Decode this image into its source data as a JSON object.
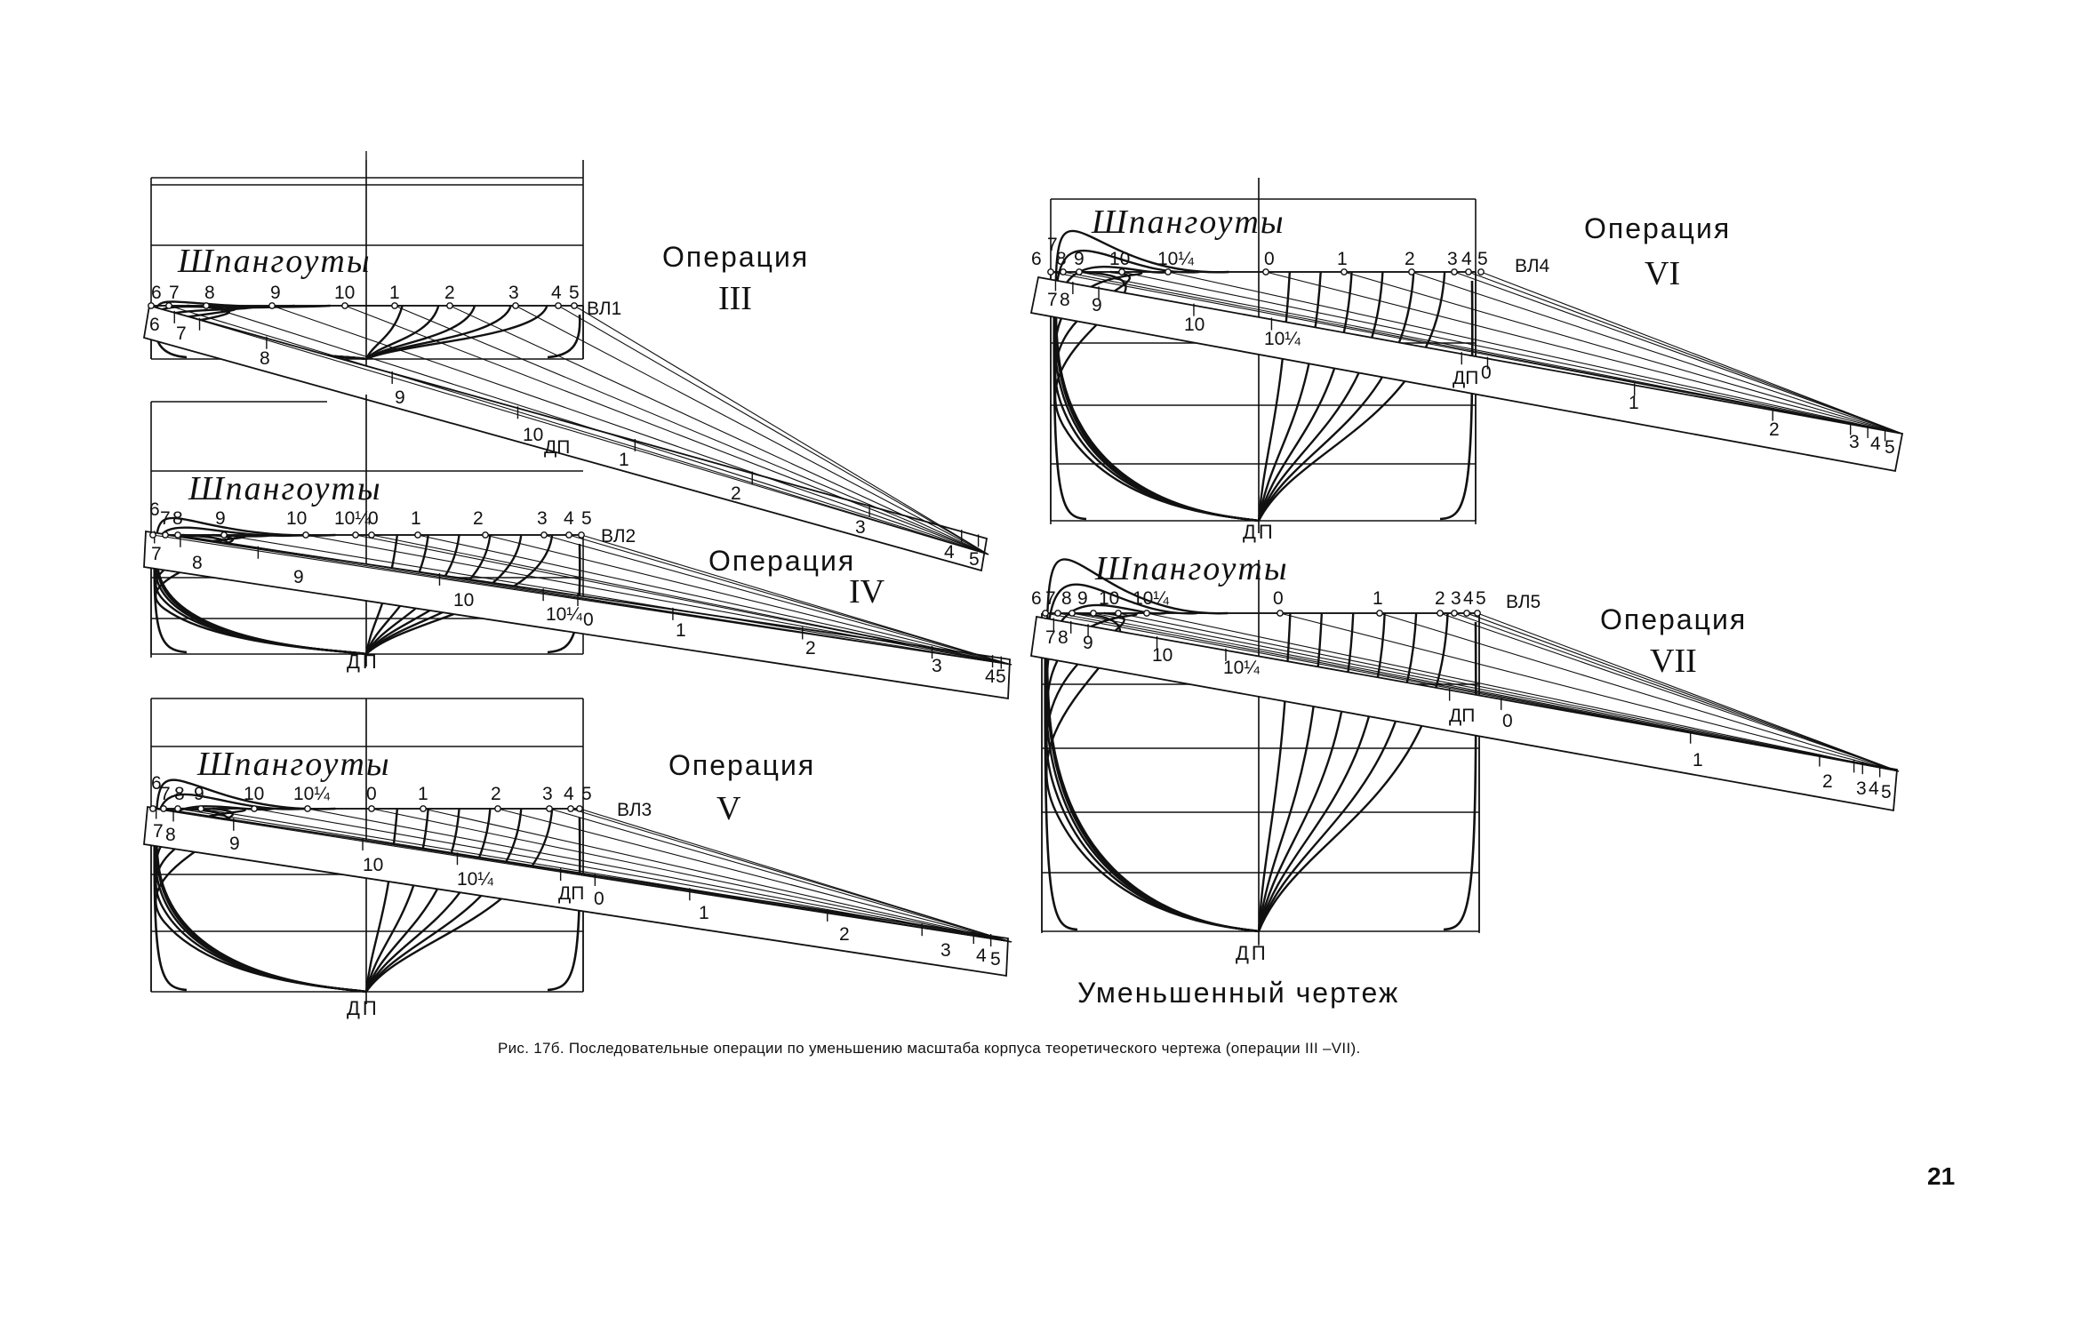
{
  "frame_label": "Шпангоуты",
  "dp_label": "ДП",
  "reduced_label": "Уменьшенный чертеж",
  "caption": "Рис. 17б. Последовательные операции по уменьшению масштаба корпуса теоретического чертежа (операции III –VII).",
  "page_number": "21",
  "operations": [
    {
      "word": "Операция",
      "numeral": "III",
      "waterline": "ВЛ1",
      "top_stations": [
        "6",
        "7",
        "8",
        "9",
        "10",
        "1",
        "2",
        "3",
        "4",
        "5"
      ],
      "strip_stations": [
        "6",
        "7",
        "8",
        "9",
        "10",
        "ДП",
        "1",
        "2",
        "3",
        "4",
        "5"
      ]
    },
    {
      "word": "Операция",
      "numeral": "IV",
      "waterline": "ВЛ2",
      "top_stations": [
        "6",
        "7",
        "8",
        "9",
        "10",
        "10¼",
        "0",
        "1",
        "2",
        "3",
        "4",
        "5"
      ],
      "strip_stations": [
        "7",
        "8",
        "9",
        "10",
        "10¼",
        "0",
        "1",
        "2",
        "3",
        "4",
        "5"
      ]
    },
    {
      "word": "Операция",
      "numeral": "V",
      "waterline": "ВЛ3",
      "top_stations": [
        "6",
        "7",
        "8",
        "9",
        "10",
        "10¼",
        "0",
        "1",
        "2",
        "3",
        "4",
        "5"
      ],
      "strip_stations": [
        "7",
        "8",
        "9",
        "10",
        "10¼",
        "ДП",
        "0",
        "1",
        "2",
        "3",
        "4",
        "5"
      ]
    },
    {
      "word": "Операция",
      "numeral": "VI",
      "waterline": "ВЛ4",
      "top_stations": [
        "6",
        "7",
        "8",
        "9",
        "10",
        "10¼",
        "0",
        "1",
        "2",
        "3",
        "4",
        "5"
      ],
      "strip_stations": [
        "7",
        "8",
        "9",
        "10",
        "10¼",
        "ДП",
        "0",
        "1",
        "2",
        "3",
        "4",
        "5"
      ]
    },
    {
      "word": "Операция",
      "numeral": "VII",
      "waterline": "ВЛ5",
      "top_stations": [
        "6",
        "7",
        "8",
        "9",
        "10",
        "10¼",
        "0",
        "1",
        "2",
        "3",
        "4",
        "5"
      ],
      "strip_stations": [
        "7",
        "8",
        "9",
        "10",
        "10¼",
        "ДП",
        "0",
        "1",
        "2",
        "3",
        "4",
        "5"
      ]
    }
  ]
}
